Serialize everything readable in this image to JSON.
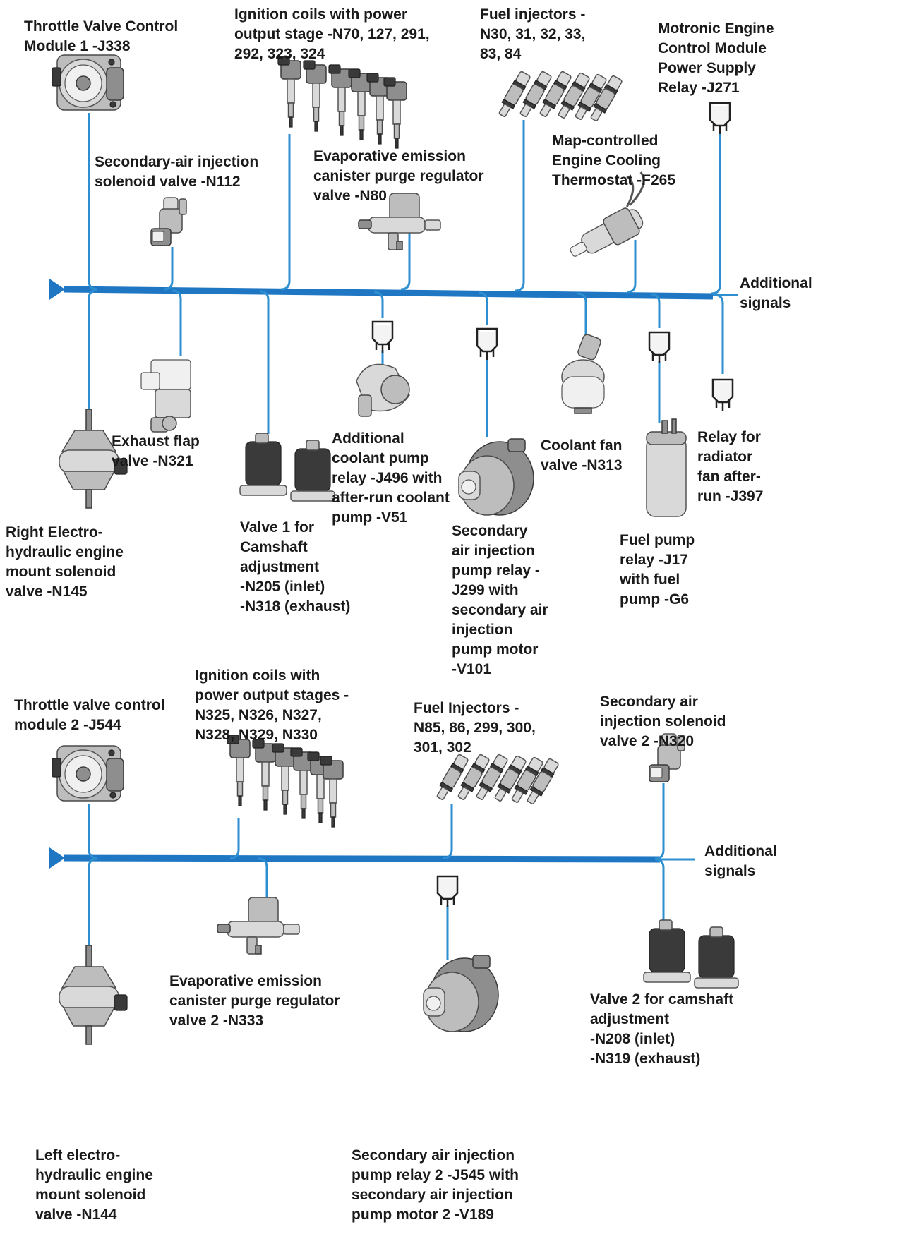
{
  "colors": {
    "wire": "#2d8fd0",
    "bus": "#1f77c4",
    "text": "#1a1a1a",
    "background": "#ffffff"
  },
  "diagram1": {
    "labels": {
      "throttle_valve_1": "Throttle Valve Control\nModule 1 -J338",
      "ignition_coils_1": "Ignition coils with power\noutput stage -N70, 127, 291,\n292, 323, 324",
      "fuel_injectors_1": "Fuel injectors -\nN30, 31, 32, 33,\n83, 84",
      "motronic_relay": "Motronic Engine\nControl Module\nPower Supply\nRelay -J271",
      "secondary_air_solenoid_1": "Secondary-air injection\nsolenoid valve -N112",
      "evap_purge_1": "Evaporative emission\ncanister purge regulator\nvalve -N80",
      "thermostat": "Map-controlled\nEngine Cooling\nThermostat -F265",
      "additional_signals": "Additional\nsignals",
      "exhaust_flap": "Exhaust flap\nvalve -N321",
      "additional_coolant_pump": "Additional\ncoolant pump\nrelay -J496 with\nafter-run coolant\npump -V51",
      "coolant_fan_valve": "Coolant fan\nvalve -N313",
      "radiator_fan_relay": "Relay for\nradiator\nfan after-\nrun -J397",
      "right_engine_mount": "Right Electro-\nhydraulic engine\nmount solenoid\nvalve -N145",
      "camshaft_valve_1": "Valve 1 for\nCamshaft\nadjustment\n-N205 (inlet)\n-N318 (exhaust)",
      "secondary_air_pump_1": "Secondary\nair injection\npump relay -\nJ299 with\nsecondary air\ninjection\npump motor\n-V101",
      "fuel_pump": "Fuel pump\nrelay -J17\nwith fuel\npump -G6"
    }
  },
  "diagram2": {
    "labels": {
      "throttle_valve_2": "Throttle valve control\nmodule 2 -J544",
      "ignition_coils_2": "Ignition coils with\npower output stages -\nN325, N326, N327,\nN328, N329, N330",
      "fuel_injectors_2": "Fuel Injectors -\nN85, 86, 299, 300,\n301, 302",
      "secondary_air_solenoid_2": "Secondary air\ninjection solenoid\nvalve 2 -N320",
      "additional_signals": "Additional\nsignals",
      "evap_purge_2": "Evaporative emission\ncanister purge regulator\nvalve 2 -N333",
      "camshaft_valve_2": "Valve 2 for camshaft\nadjustment\n-N208 (inlet)\n-N319 (exhaust)",
      "left_engine_mount": "Left electro-\nhydraulic engine\nmount solenoid\nvalve -N144",
      "secondary_air_pump_2": "Secondary air injection\npump relay 2 -J545 with\nsecondary air injection\npump motor 2 -V189"
    }
  }
}
